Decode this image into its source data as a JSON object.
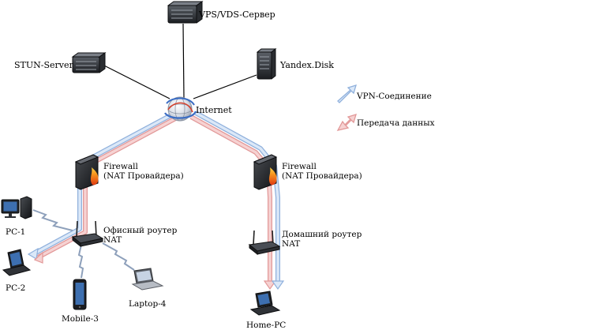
{
  "nodes": {
    "vps": {
      "label": "VPS/VDS-Сервер",
      "icon": "server-icon"
    },
    "stun": {
      "label": "STUN-Server",
      "icon": "server-icon"
    },
    "yandex": {
      "label": "Yandex.Disk",
      "icon": "tower-server-icon"
    },
    "internet": {
      "label": "Internet",
      "icon": "globe-icon"
    },
    "firewall_left": {
      "label_line1": "Firewall",
      "label_line2": "(NAT Провайдера)",
      "icon": "firewall-icon"
    },
    "firewall_right": {
      "label_line1": "Firewall",
      "label_line2": "(NAT Провайдера)",
      "icon": "firewall-icon"
    },
    "router_office": {
      "label_line1": "Офисный роутер",
      "label_line2": "NAT",
      "icon": "router-icon"
    },
    "router_home": {
      "label_line1": "Домашний роутер",
      "label_line2": "NAT",
      "icon": "router-icon"
    },
    "pc1": {
      "label": "PC-1",
      "icon": "desktop-pc-icon"
    },
    "pc2": {
      "label": "PC-2",
      "icon": "laptop-icon"
    },
    "mobile3": {
      "label": "Mobile-3",
      "icon": "mobile-phone-icon"
    },
    "laptop4": {
      "label": "Laptop-4",
      "icon": "laptop-icon"
    },
    "homepc": {
      "label": "Home-PC",
      "icon": "laptop-icon"
    }
  },
  "legend": {
    "vpn": {
      "label": "VPN-Соединение",
      "color": "#c9dcf5"
    },
    "data": {
      "label": "Передача данных",
      "color": "#f4c4c4"
    }
  },
  "colors": {
    "vpn_stroke": "#8fb0dc",
    "vpn_fill": "#dbe8f8",
    "data_stroke": "#e29898",
    "data_fill": "#f6d2d2",
    "wire": "#000000",
    "wireless": "#8ea0bb"
  }
}
